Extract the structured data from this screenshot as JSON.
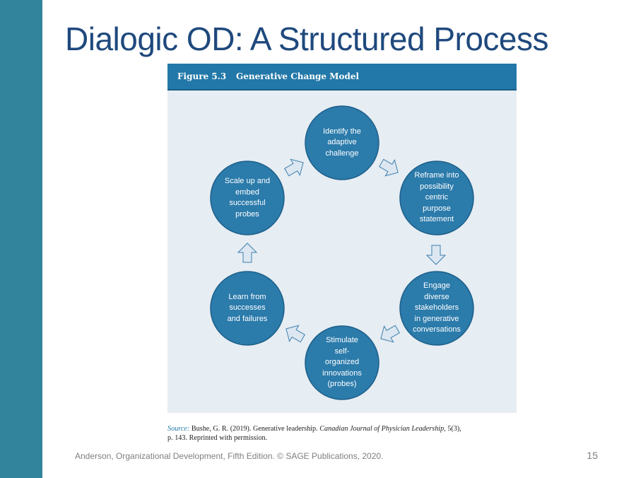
{
  "slide": {
    "title": "Dialogic OD: A Structured Process",
    "footer": "Anderson, Organizational Development, Fifth Edition. © SAGE Publications, 2020.",
    "page_number": "15"
  },
  "figure": {
    "number": "Figure 5.3",
    "title": "Generative Change Model",
    "colors": {
      "header": "#2278a8",
      "panel": "#e6edf3",
      "node": "#2b7bab",
      "node_border": "#1d5f89",
      "arrow": "#dce7f1",
      "arrow_border": "#3f7fae"
    },
    "nodes": [
      {
        "id": "identify",
        "lines": [
          "Identify the",
          "adaptive",
          "challenge"
        ]
      },
      {
        "id": "reframe",
        "lines": [
          "Reframe into",
          "possibility",
          "centric",
          "purpose",
          "statement"
        ]
      },
      {
        "id": "engage",
        "lines": [
          "Engage",
          "diverse",
          "stakeholders",
          "in generative",
          "conversations"
        ]
      },
      {
        "id": "stimulate",
        "lines": [
          "Stimulate",
          "self-",
          "organized",
          "innovations",
          "(probes)"
        ]
      },
      {
        "id": "learn",
        "lines": [
          "Learn from",
          "successes",
          "and failures"
        ]
      },
      {
        "id": "scale",
        "lines": [
          "Scale up and",
          "embed",
          "successful",
          "probes"
        ]
      }
    ],
    "arrow_icon": "outline-arrow-icon"
  },
  "source": {
    "label": "Source:",
    "author": "Bushe, G. R. (2019). Generative leadership.",
    "journal": "Canadian Journal of Physician Leadership,",
    "details": "5(3),",
    "line2": "p. 143. Reprinted with permission."
  }
}
